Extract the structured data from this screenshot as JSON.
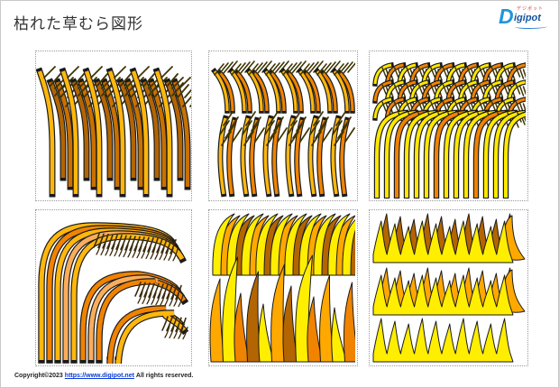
{
  "page": {
    "title": "枯れた草むら図形"
  },
  "logo": {
    "kana": "デジポット",
    "d_letter": "D",
    "rest": "igipot"
  },
  "footer": {
    "copyright_prefix": "Copyright©2023",
    "link": "https://www.digipot.net",
    "copyright_suffix": "All rights reserved."
  },
  "palette": {
    "outline": "#1a1a1a",
    "golden": "#FFB70D",
    "bright_yellow": "#FFE800",
    "pure_yellow": "#FFEE00",
    "amber": "#FFA800",
    "orange": "#F08300",
    "brown_orange": "#B36502",
    "dark_amber": "#C97100",
    "light_orange": "#F9AD5C",
    "dark_olive": "#3E3503",
    "dark_brown": "#3A2A0C",
    "link_blue": "#0b3bd6",
    "logo_blue": "#2196d8",
    "logo_dark_blue": "#15559c",
    "logo_red": "#d63333"
  },
  "panels": [
    {
      "id": "tall-dried-grass",
      "type": "tallGrass",
      "units": 6,
      "stalk_colors": [
        "golden",
        "brown_orange",
        "dark_amber"
      ],
      "twig_color": "dark_olive"
    },
    {
      "id": "seed-head-grass",
      "type": "seedRows",
      "top_units": 8,
      "bottom_units": 6,
      "stalk_colors": [
        "golden",
        "orange"
      ],
      "head_color": "dark_olive"
    },
    {
      "id": "dense-canopy-grass",
      "type": "denseCanopy",
      "top_rows": 3,
      "row_units": 12,
      "clump_stalks": 14,
      "stalk_colors": [
        "bright_yellow",
        "orange"
      ],
      "head_color": "dark_olive"
    },
    {
      "id": "weeping-clump",
      "type": "weeping",
      "levels": 3,
      "stalk_colors": [
        "golden",
        "orange",
        "light_orange"
      ],
      "fringe_color": "dark_brown"
    },
    {
      "id": "broad-blades",
      "type": "blades",
      "top_units": 10,
      "bottom_units": 12,
      "blade_colors": [
        "pure_yellow",
        "amber",
        "orange",
        "brown_orange"
      ]
    },
    {
      "id": "spike-bands",
      "type": "spikes",
      "rows": 3,
      "spikes_per_row": 10,
      "front_color": "pure_yellow",
      "back_colors": [
        "brown_orange",
        "amber",
        null
      ]
    }
  ]
}
